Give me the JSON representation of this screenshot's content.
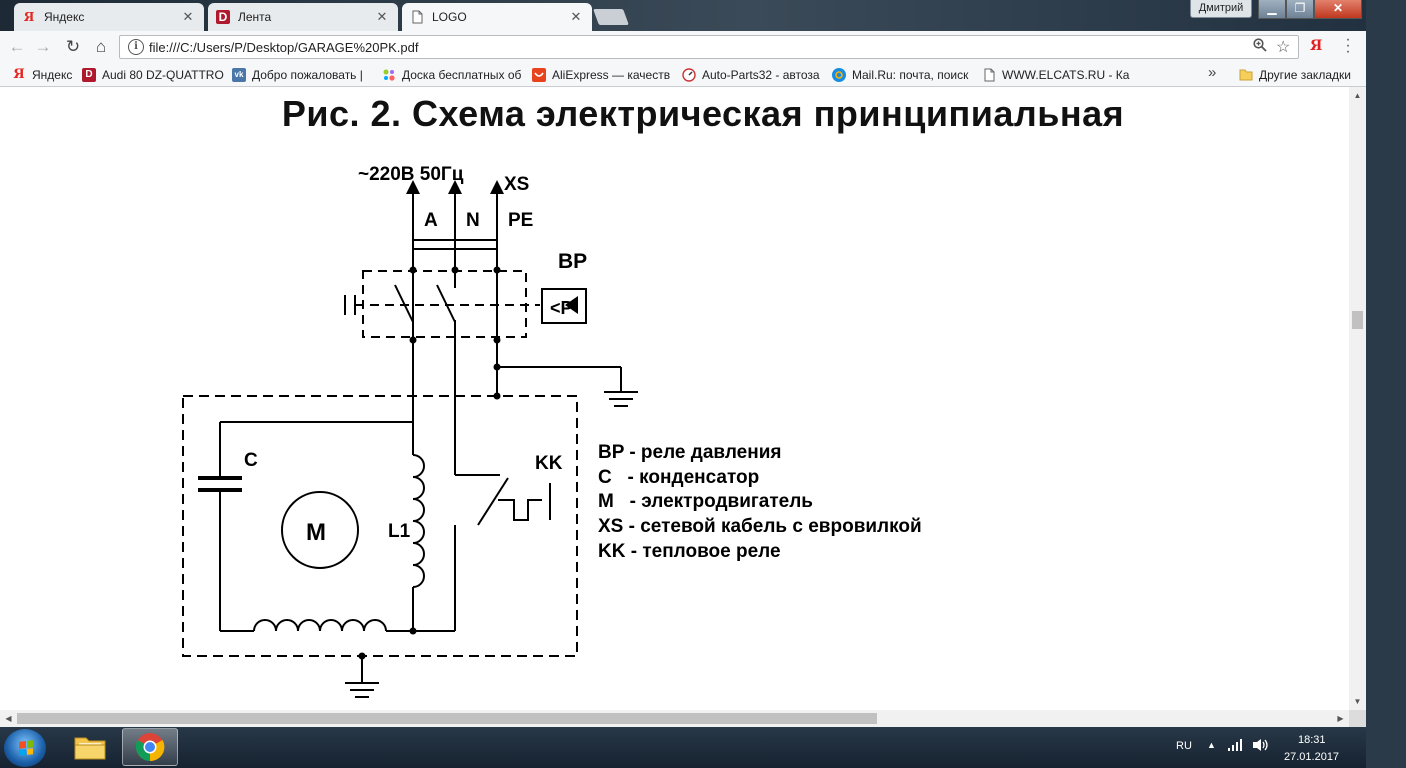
{
  "tabs": [
    {
      "label": "Яндекс",
      "icon": "yandex-icon",
      "active": false
    },
    {
      "label": "Лента",
      "icon": "lenta-d-icon",
      "active": false
    },
    {
      "label": "LOGO",
      "icon": "page-icon",
      "active": true
    }
  ],
  "window": {
    "user_label": "Дмитрий"
  },
  "address": {
    "url": "file:///C:/Users/P/Desktop/GARAGE%20PK.pdf"
  },
  "bookmarks": [
    {
      "label": "Яндекс",
      "icon": "yandex-icon"
    },
    {
      "label": "Audi 80 DZ-QUATTRO",
      "icon": "d-icon"
    },
    {
      "label": "Добро пожаловать |",
      "icon": "vk-icon"
    },
    {
      "label": "Доска бесплатных об",
      "icon": "avito-icon"
    },
    {
      "label": "AliExpress — качеств",
      "icon": "aliexpress-icon"
    },
    {
      "label": "Auto-Parts32 - автоза",
      "icon": "gauge-icon"
    },
    {
      "label": "Mail.Ru: почта, поиск",
      "icon": "mailru-icon"
    },
    {
      "label": "WWW.ELCATS.RU - Ка",
      "icon": "page-icon"
    }
  ],
  "other_bookmarks": "Другие закладки",
  "document": {
    "title": "Рис. 2. Схема электрическая принципиальная",
    "supply": "~220В 50Гц",
    "labels": {
      "xs": "XS",
      "a": "A",
      "n": "N",
      "pe": "PE",
      "bp": "BP",
      "p": "<P",
      "c": "C",
      "m": "M",
      "l1": "L1",
      "kk": "KK"
    },
    "legend": [
      "BP - реле давления",
      "C   - конденсатор",
      "M   - электродвигатель",
      "XS - сетевой кабель с евровилкой",
      "KK - тепловое реле"
    ]
  },
  "taskbar": {
    "lang": "RU",
    "time": "18:31",
    "date": "27.01.2017"
  },
  "colors": {
    "close": "#c1371f",
    "chrome_red": "#db4437",
    "accent": "#1b5fa8"
  }
}
